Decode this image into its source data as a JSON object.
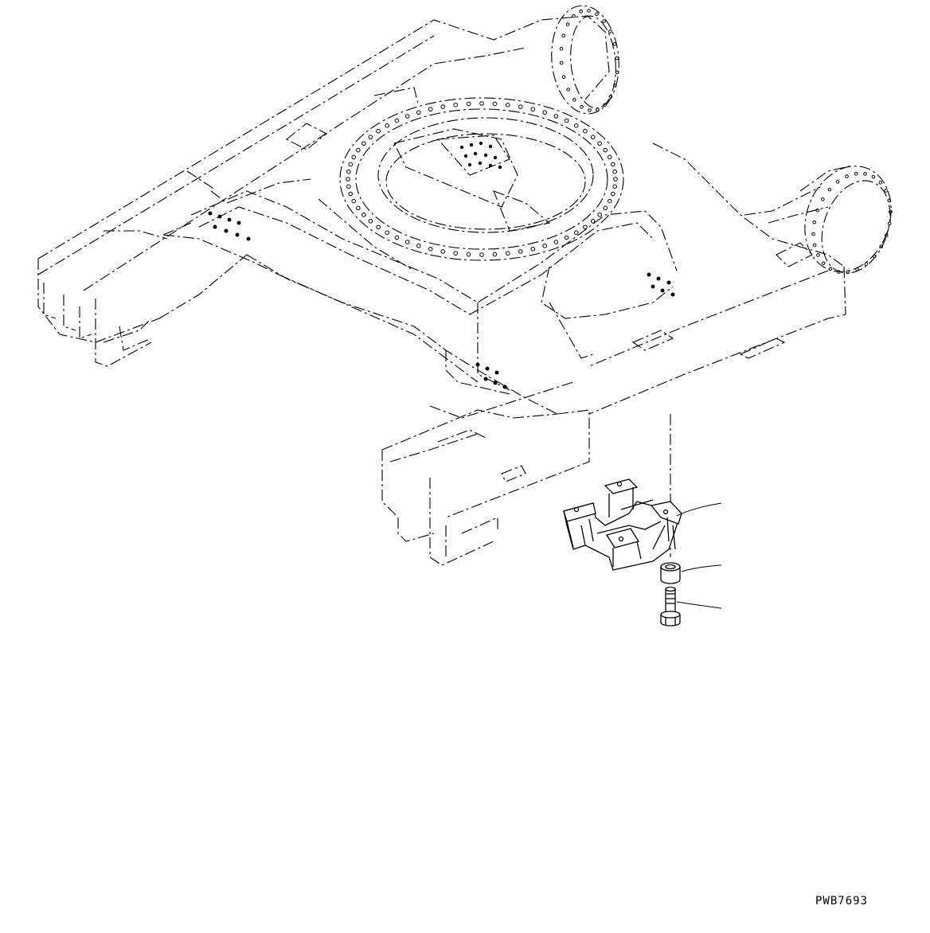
{
  "diagram": {
    "ref_code": "PWB7693",
    "callouts": [
      "",
      "",
      ""
    ],
    "parts": [
      "track-frame-phantom",
      "track-guard",
      "spacer-collar",
      "bolt"
    ]
  }
}
